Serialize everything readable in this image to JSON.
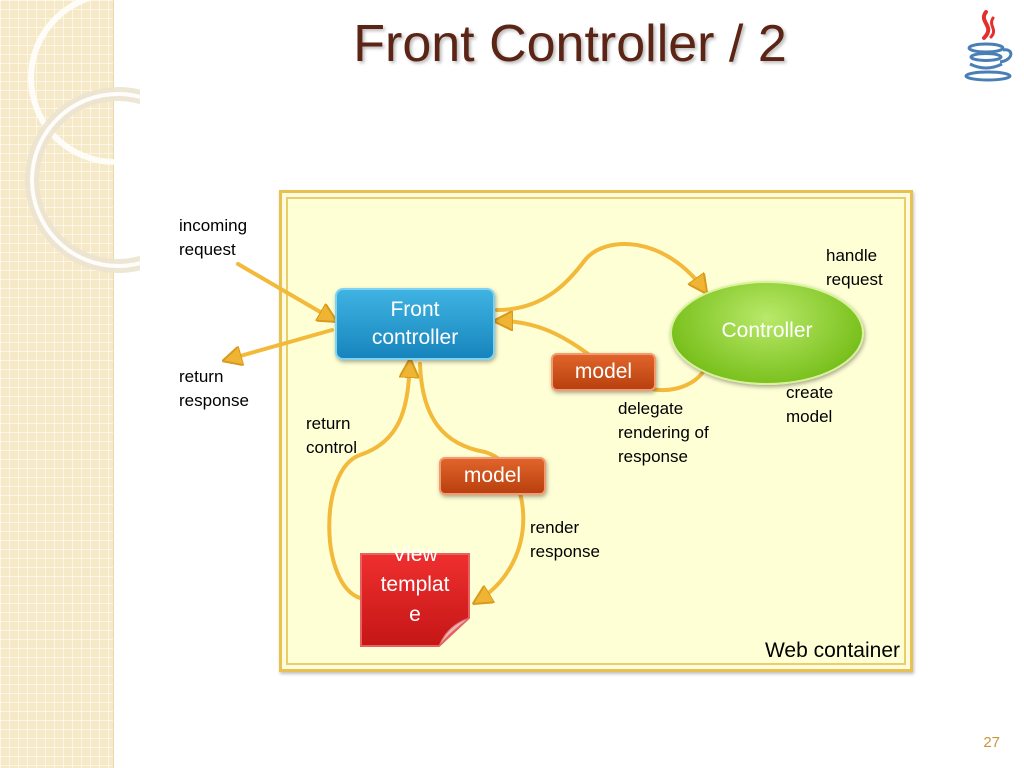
{
  "title": "Front Controller / 2",
  "page_number": "27",
  "container_label": "Web container",
  "nodes": {
    "front_controller": "Front\ncontroller",
    "controller": "Controller",
    "model_top": "model",
    "model_bottom": "model",
    "view_template": "View\ntemplat\ne"
  },
  "notes": {
    "incoming_request": "incoming\nrequest",
    "return_response": "return\nresponse",
    "handle_request": "handle\nrequest",
    "create_model": "create\nmodel",
    "delegate_rendering": "delegate\nrendering of\nresponse",
    "return_control": "return\ncontrol",
    "render_response": "render\nresponse"
  },
  "colors": {
    "title": "#5b2415",
    "arrow": "#f0b434",
    "front_controller": "#2aa0d4",
    "controller": "#8ccc2a",
    "model": "#cc5018",
    "view_template": "#dd1f1f"
  },
  "icons": [
    "java-logo-icon"
  ]
}
